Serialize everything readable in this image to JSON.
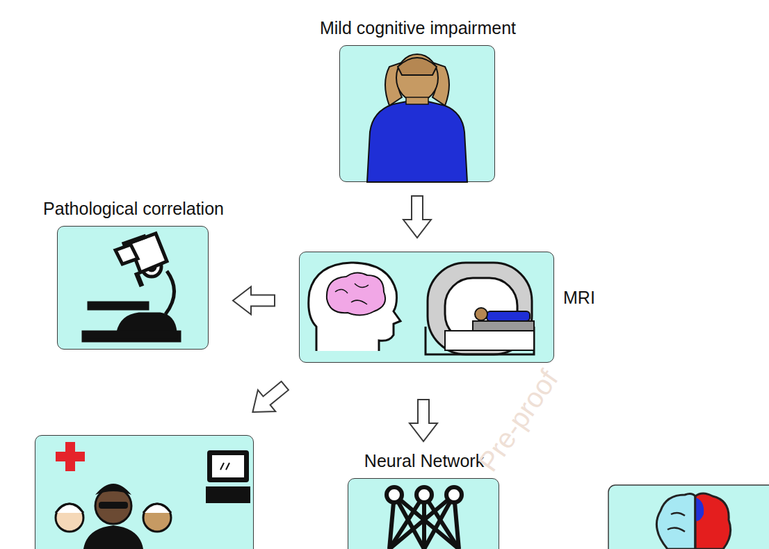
{
  "diagram": {
    "nodes": [
      {
        "text": [
          "Mild cognitive impairment"
        ]
      },
      {
        "text": [
          "MRI"
        ]
      },
      {
        "text": [
          "Pathological correlation"
        ]
      },
      {
        "text": []
      },
      {
        "text": [
          "Neural Network"
        ]
      }
    ],
    "edges": [
      {
        "from": 0,
        "to": 1,
        "arrow": "to"
      },
      {
        "from": 1,
        "to": 2,
        "arrow": "to"
      },
      {
        "from": 1,
        "to": 3,
        "arrow": "to"
      },
      {
        "from": 1,
        "to": 4,
        "arrow": "to"
      }
    ],
    "labels": [
      "Pre-proof"
    ]
  }
}
